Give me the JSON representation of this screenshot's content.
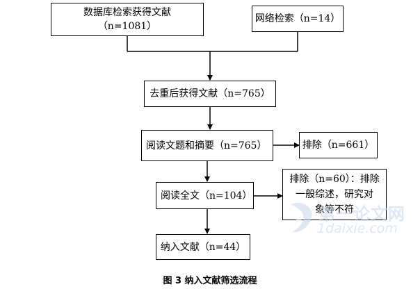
{
  "boxes": {
    "database": {
      "line1": "数据库检索获得文献",
      "line2": "（n=1081）"
    },
    "web": {
      "label": "网络检索（n=14）"
    },
    "dedup": {
      "label": "去重后获得文献（n=765）"
    },
    "read_abstract": {
      "label": "阅读文题和摘要（n=765）"
    },
    "exclude1": {
      "label": "排除（n=661）"
    },
    "full_text": {
      "label": "阅读全文（n=104）"
    },
    "exclude2": {
      "line1": "排除（n=60）：排除",
      "line2": "一般综述，研究对",
      "line3": "象等不符"
    },
    "included": {
      "label": "纳入文献（n=44）"
    }
  },
  "caption": "图 3  纳入文献筛选流程",
  "watermark": {
    "chinese": "第一论文网",
    "url": "1daixie.com"
  }
}
